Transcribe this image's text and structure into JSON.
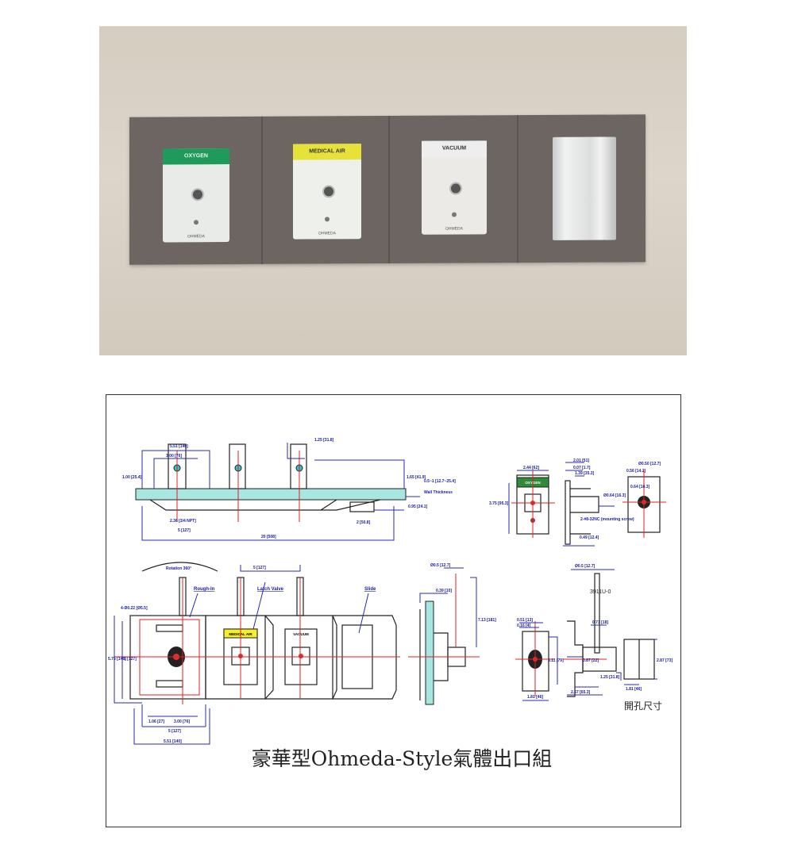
{
  "photo": {
    "outlets": [
      {
        "label": "OXYGEN",
        "color": "#1e9a5a",
        "brand": "OHMEDA"
      },
      {
        "label": "MEDICAL AIR",
        "color": "#e6e23a",
        "brand": "OHMEDA"
      },
      {
        "label": "VACUUM",
        "color": "#eeeeee",
        "brand": "OHMEDA"
      }
    ]
  },
  "drawing": {
    "title": "豪華型Ohmeda-Style氣體出口組",
    "callouts": {
      "rough_in": "Rough-In",
      "latch_valve": "Latch Valve",
      "slide": "Slide",
      "wall_thickness": "Wall Thickness",
      "rotation": "Rotation 360°",
      "model": "3911U-0",
      "cutout": "開孔尺寸"
    },
    "plate_labels": {
      "oxygen": "OXYGEN",
      "medical_air": "MEDICAL AIR",
      "vacuum": "VACUUM"
    },
    "dimensions": {
      "top_width": "5.51 [140]",
      "top_inner": "3.00 [76]",
      "top_height": "1.00 [25.4]",
      "pipe_spacing": "1.25 [31.8]",
      "pipe_height": "1.65 [41.9]",
      "wall_range": "0.5~1 [12.7~25.4]",
      "depth": "0.95 [24.1]",
      "bolt": "2.36 [3/4 NPT]",
      "half": "5 [127]",
      "slide_width": "2 [50.8]",
      "overall": "20 [508]",
      "pitch": "5 [127]",
      "hole": "4-Ø0.22 [Ø5.5]",
      "height_a": "5.75 [146]",
      "height_b": "5 [127]",
      "bottom_a": "1.06 [27]",
      "bottom_b": "3.00 [76]",
      "bottom_c": "5 [127]",
      "bottom_d": "5.51 [140]",
      "side_top": "Ø0.5 [12.7]",
      "side_off": "0.39 [10]",
      "side_len": "7.13 [181]",
      "ox_w": "2.44 [62]",
      "ox_h": "3.75 [95.3]",
      "ox_s1": "2.01 [51]",
      "ox_s2": "0.07 [1.7]",
      "ox_s3": "1.39 [35.3]",
      "ox_s4": "Ø0.64 [16.3]",
      "ox_s5": "0.49 [12.4]",
      "ox_screw": "2-#8-32NC (mounting screw)",
      "back_a": "0.56 [14.2]",
      "back_b": "0.64 [16.3]",
      "back_c": "Ø0.50 [12.7]",
      "m_top": "Ø0.5 [12.7]",
      "m_a": "0.51 [13]",
      "m_b": "0.16 [4]",
      "m_h": "3.11 [79]",
      "m_w": "1.81 [46]",
      "m_s1": "0.71 [18]",
      "m_s2": "0.87 [22]",
      "m_s3": "1.25 [31.8]",
      "m_s4": "2.57 [65.3]",
      "cut_h": "2.87 [73]",
      "cut_w": "1.81 [46]"
    }
  }
}
